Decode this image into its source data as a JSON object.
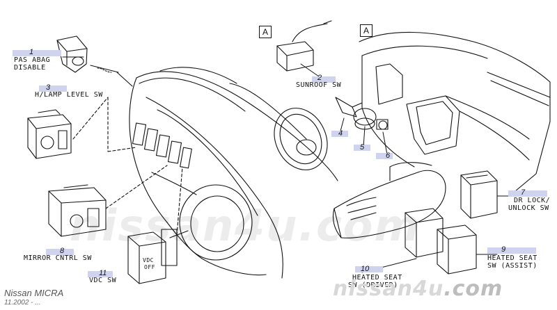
{
  "refs": [
    "A",
    "A"
  ],
  "callouts": [
    {
      "num": "1",
      "lines": [
        "PAS ABAG",
        "DISABLE"
      ]
    },
    {
      "num": "3",
      "lines": [
        "H/LAMP LEVEL SW"
      ]
    },
    {
      "num": "2",
      "lines": [
        "SUNROOF SW"
      ]
    },
    {
      "num": "4",
      "lines": []
    },
    {
      "num": "5",
      "lines": []
    },
    {
      "num": "6",
      "lines": []
    },
    {
      "num": "7",
      "lines": [
        "DR LOCK/",
        "UNLOCK SW"
      ]
    },
    {
      "num": "8",
      "lines": [
        "MIRROR CNTRL SW"
      ]
    },
    {
      "num": "9",
      "lines": [
        "HEATED SEAT",
        "SW (ASSIST)"
      ]
    },
    {
      "num": "10",
      "lines": [
        "HEATED SEAT",
        "SW (DRIVER)"
      ]
    },
    {
      "num": "11",
      "lines": [
        "VDC SW"
      ]
    }
  ],
  "switch_faces": {
    "vdc_line1": "VDC",
    "vdc_line2": "OFF"
  },
  "footer": {
    "model": "Nissan MICRA",
    "date": "11.2002 - ..."
  },
  "watermark": {
    "faint": "nissan4u.com",
    "brand_main": "nissan4u",
    "brand_tld": ".com"
  },
  "colors": {
    "highlight": "#cfd3ee",
    "line": "#111111",
    "watermark": "#d8d8d8"
  }
}
